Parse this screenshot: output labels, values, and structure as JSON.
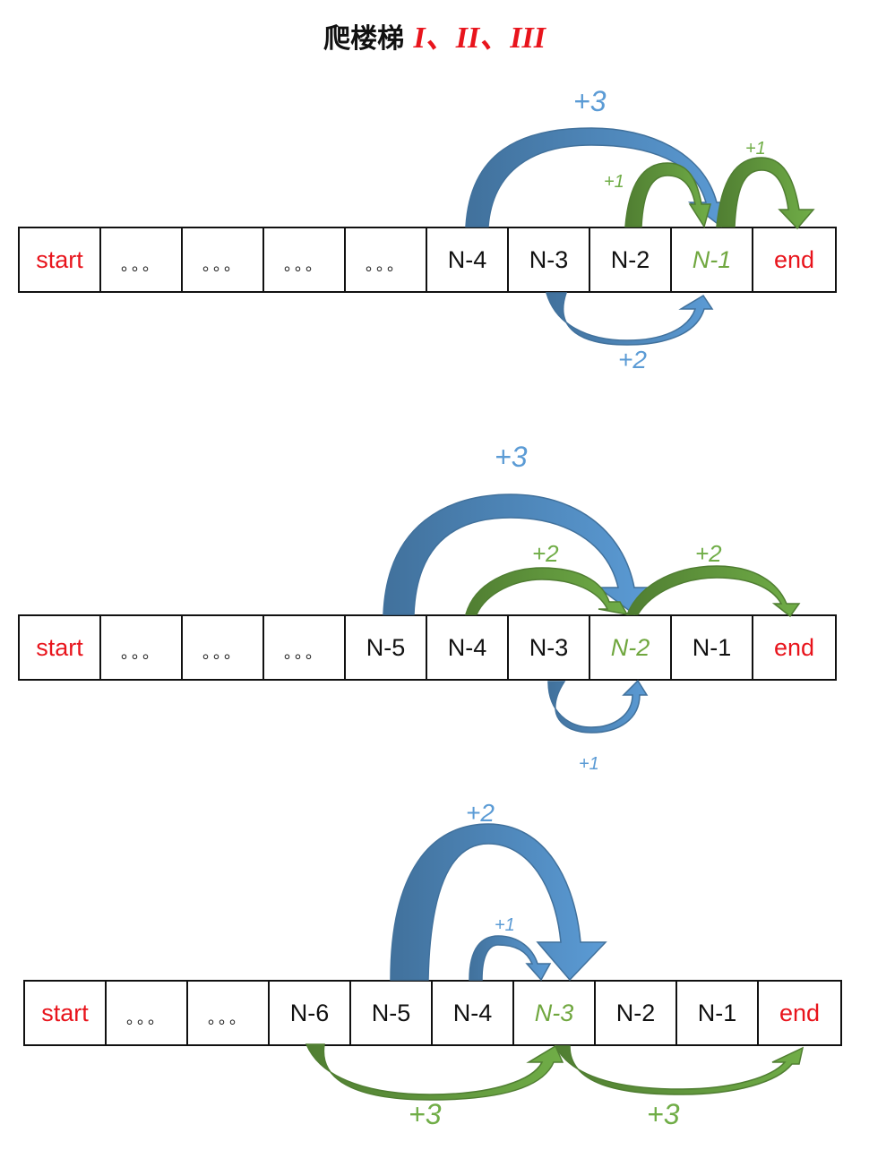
{
  "title": {
    "text": "爬楼梯",
    "roman": "I、II、III"
  },
  "colors": {
    "blue": "#5b9bd5",
    "blue_dark": "#41719c",
    "green": "#70ad47",
    "green_dark": "#507e32",
    "red": "#e8141c"
  },
  "diagram1": {
    "cells": [
      {
        "text": "start",
        "style": "red"
      },
      {
        "text": "。。。",
        "style": "dots"
      },
      {
        "text": "。。。",
        "style": "dots"
      },
      {
        "text": "。。。",
        "style": "dots"
      },
      {
        "text": "。。。",
        "style": "dots"
      },
      {
        "text": "N-4",
        "style": ""
      },
      {
        "text": "N-3",
        "style": ""
      },
      {
        "text": "N-2",
        "style": ""
      },
      {
        "text": "N-1",
        "style": "green"
      },
      {
        "text": "end",
        "style": "red"
      }
    ],
    "labels": {
      "plus3": "+3",
      "plus1_left": "+1",
      "plus1_right": "+1",
      "plus2": "+2"
    }
  },
  "diagram2": {
    "cells": [
      {
        "text": "start",
        "style": "red"
      },
      {
        "text": "。。。",
        "style": "dots"
      },
      {
        "text": "。。。",
        "style": "dots"
      },
      {
        "text": "。。。",
        "style": "dots"
      },
      {
        "text": "N-5",
        "style": ""
      },
      {
        "text": "N-4",
        "style": ""
      },
      {
        "text": "N-3",
        "style": ""
      },
      {
        "text": "N-2",
        "style": "green"
      },
      {
        "text": "N-1",
        "style": ""
      },
      {
        "text": "end",
        "style": "red"
      }
    ],
    "labels": {
      "plus3": "+3",
      "plus2_left": "+2",
      "plus2_right": "+2",
      "plus1": "+1"
    }
  },
  "diagram3": {
    "cells": [
      {
        "text": "start",
        "style": "red"
      },
      {
        "text": "。。。",
        "style": "dots"
      },
      {
        "text": "。。。",
        "style": "dots"
      },
      {
        "text": "N-6",
        "style": ""
      },
      {
        "text": "N-5",
        "style": ""
      },
      {
        "text": "N-4",
        "style": ""
      },
      {
        "text": "N-3",
        "style": "green"
      },
      {
        "text": "N-2",
        "style": ""
      },
      {
        "text": "N-1",
        "style": ""
      },
      {
        "text": "end",
        "style": "red"
      }
    ],
    "labels": {
      "plus2": "+2",
      "plus1": "+1",
      "plus3_left": "+3",
      "plus3_right": "+3"
    }
  }
}
